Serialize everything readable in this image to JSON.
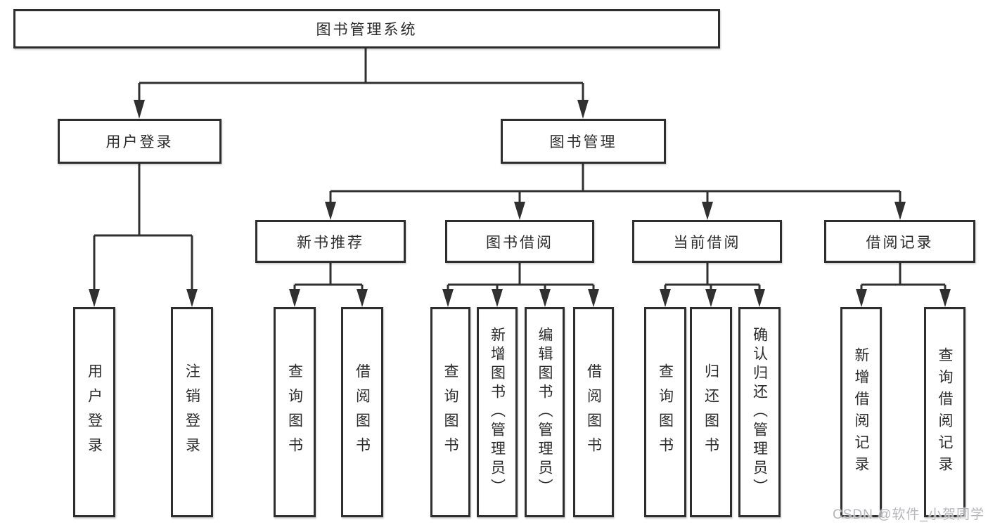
{
  "diagram": {
    "title": "图书管理系统",
    "root": {
      "label": "图书管理系统"
    },
    "branches": [
      {
        "label": "用户登录",
        "children": [
          {
            "label": "用户登录"
          },
          {
            "label": "注销登录"
          }
        ]
      },
      {
        "label": "图书管理",
        "children": [
          {
            "label": "新书推荐",
            "children": [
              {
                "label": "查询图书"
              },
              {
                "label": "借阅图书"
              }
            ]
          },
          {
            "label": "图书借阅",
            "children": [
              {
                "label": "查询图书"
              },
              {
                "label": "新增图书（管理员）"
              },
              {
                "label": "编辑图书（管理员）"
              },
              {
                "label": "借阅图书"
              }
            ]
          },
          {
            "label": "当前借阅",
            "children": [
              {
                "label": "查询图书"
              },
              {
                "label": "归还图书"
              },
              {
                "label": "确认归还（管理员）"
              }
            ]
          },
          {
            "label": "借阅记录",
            "children": [
              {
                "label": "新增借阅记录"
              },
              {
                "label": "查询借阅记录"
              }
            ]
          }
        ]
      }
    ]
  },
  "watermark": "CSDN @软件_小贺同学",
  "colors": {
    "line": "#303030",
    "border": "#2e2e2e",
    "text": "#2b2b2b",
    "background": "#ffffff",
    "watermark": "#b5b5ba"
  }
}
